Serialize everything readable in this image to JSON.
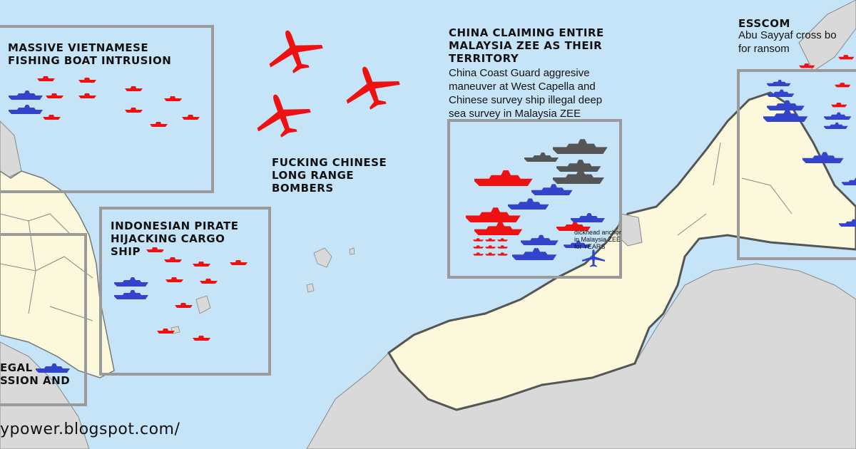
{
  "colors": {
    "sea": "#c6e4f7",
    "land": "#fbf8dc",
    "foreign_land": "#d9d9d9",
    "border": "#666666",
    "box": "#9a9a9a",
    "hostile": "#ee1111",
    "malaysia": "#3344cc",
    "china_gov": "#555555"
  },
  "icons": {
    "bomber": "bomber-plane-icon",
    "ship": "warship-icon",
    "boat": "boat-icon",
    "patrol_plane": "patrol-plane-icon"
  },
  "labels": {
    "vietnam_boats": "MASSIVE VIETNAMESE\nFISHING BOAT INTRUSION",
    "bombers": "FUCKING CHINESE\nLONG RANGE\nBOMBERS",
    "china_claim": "CHINA CLAIMING ENTIRE\nMALAYSIA ZEE AS THEIR\nTERRITORY",
    "china_claim_desc": "China Coast Guard aggresive\nmaneuver at West Capella and\nChinese survey ship illegal deep\nsea survey in Malaysia ZEE",
    "pirates": "INDONESIAN PIRATE\nHIJACKING CARGO\nSHIP",
    "esscom": "ESSCOM",
    "esscom_desc": "Abu Sayyaf cross bo\nfor ransom",
    "cutoff": "EGAL\nSSION AND",
    "anchor_note": "dickhead anchor\nin Malaysia ZEE\nfor YEARS",
    "url": "ypower.blogspot.com/"
  }
}
